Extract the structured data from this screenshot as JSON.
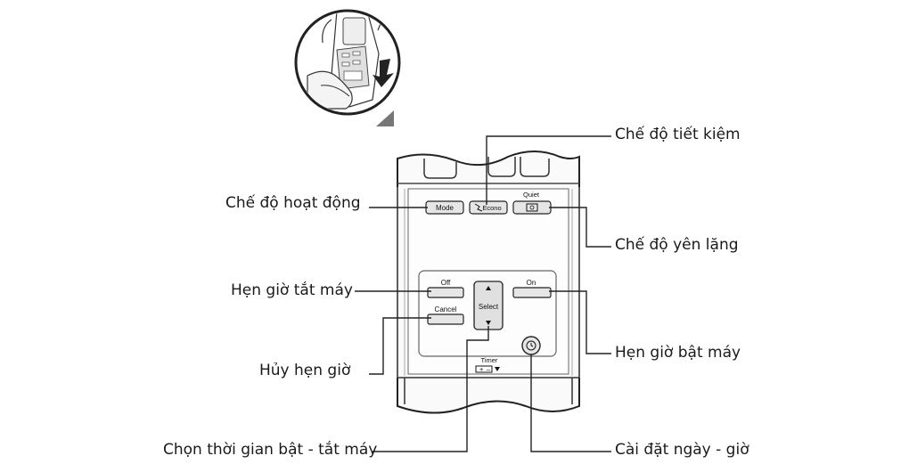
{
  "labels": {
    "econo_mode": "Chế độ tiết kiệm",
    "operation_mode": "Chế độ hoạt động",
    "quiet_mode": "Chế độ yên lặng",
    "timer_off": "Hẹn giờ tắt máy",
    "timer_on": "Hẹn giờ bật máy",
    "cancel_timer": "Hủy hẹn giờ",
    "select_time": "Chọn thời gian bật - tắt máy",
    "set_clock": "Cài đặt ngày - giờ"
  },
  "remote": {
    "mode": "Mode",
    "econo": "Econo",
    "quiet": "Quiet",
    "off": "Off",
    "cancel": "Cancel",
    "select": "Select",
    "on": "On",
    "timer": "Timer"
  },
  "icons": [
    "hand-holding-remote-icon",
    "slide-down-arrow-icon",
    "clock-icon",
    "battery-icon",
    "up-arrow-icon",
    "down-arrow-icon"
  ]
}
